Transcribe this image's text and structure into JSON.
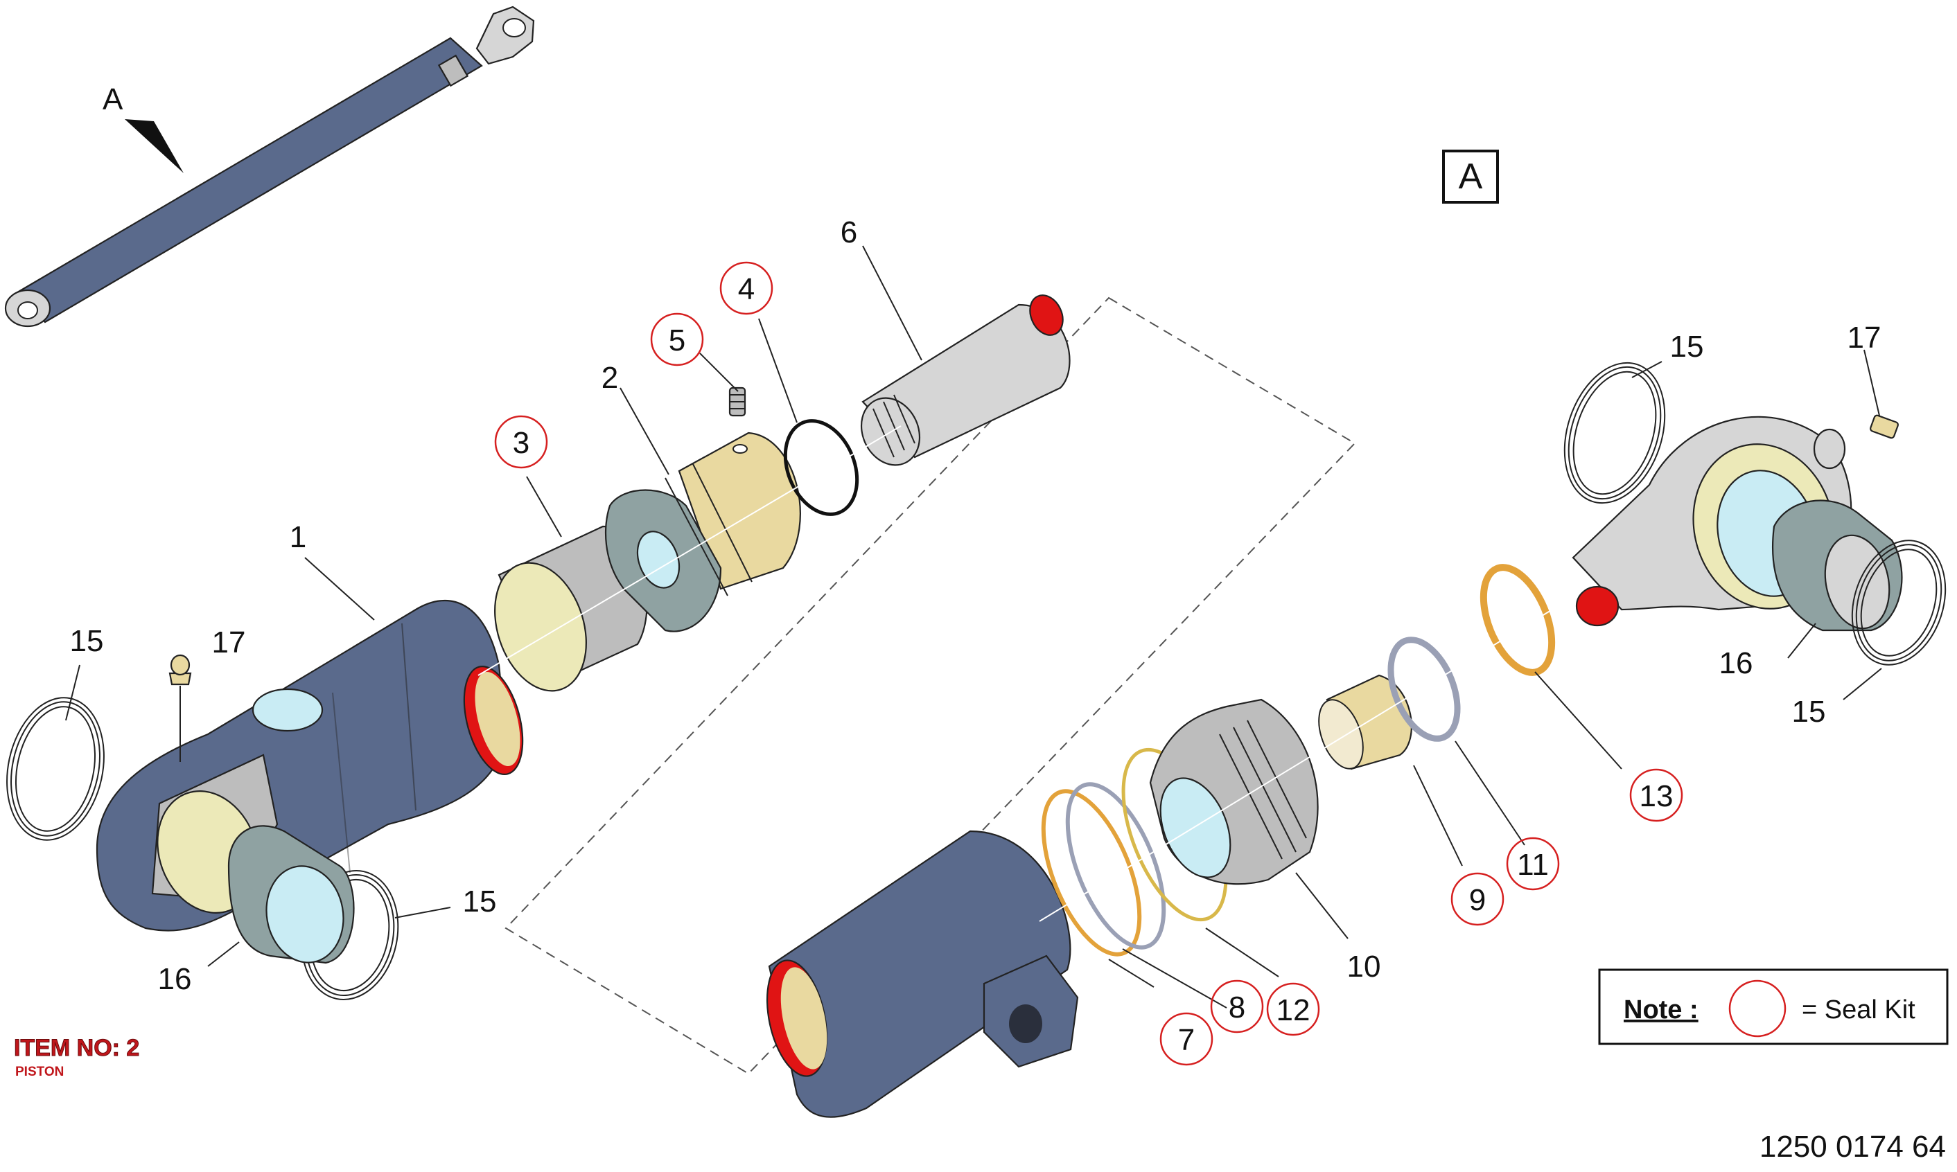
{
  "view_label": "A",
  "arrow_label": "A",
  "part_numbers": {
    "p1": "1",
    "p2": "2",
    "p3": "3",
    "p4": "4",
    "p5": "5",
    "p6": "6",
    "p7": "7",
    "p8": "8",
    "p9": "9",
    "p10": "10",
    "p11": "11",
    "p12": "12",
    "p13": "13",
    "p15": "15",
    "p16": "16",
    "p17": "17"
  },
  "item_title": "ITEM NO: 2",
  "item_subtitle": "PISTON",
  "note": {
    "label": "Note :",
    "text": "= Seal Kit"
  },
  "drawing_number": "1250 0174 64",
  "colors": {
    "cylinder_blue": "#5a6a8c",
    "seal_circle_red": "#d62020",
    "item_title_red": "#c0161b"
  }
}
